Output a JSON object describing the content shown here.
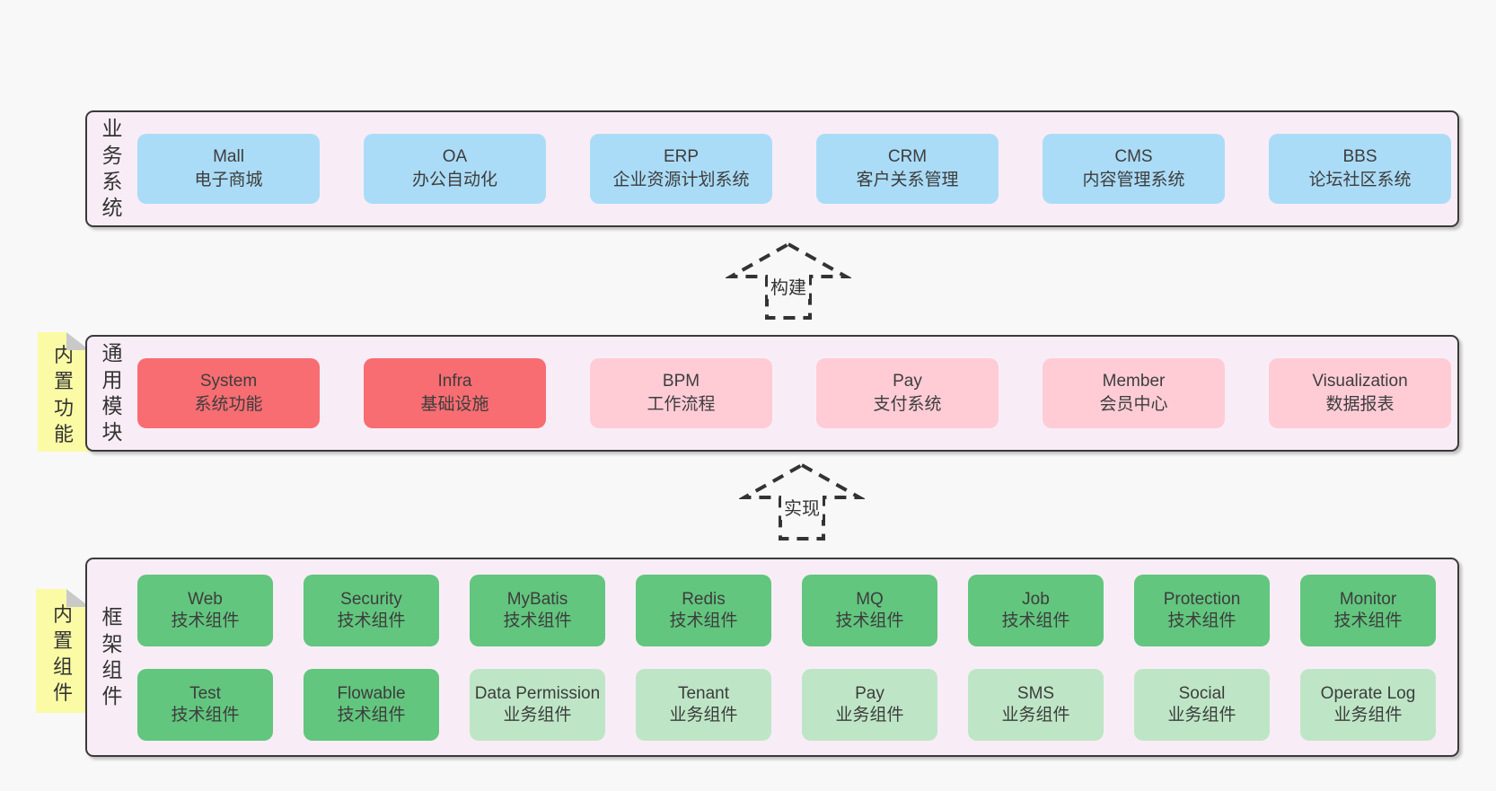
{
  "colors": {
    "page_bg": "#f8f8f8",
    "panel_bg": "#f8edf6",
    "panel_border": "#3a3a3a",
    "box_blue": "#abdcf7",
    "box_red": "#f76d72",
    "box_pink": "#ffccd6",
    "box_green_dark": "#62c67e",
    "box_green_light": "#bee6c6",
    "note_yellow": "#fbfba6",
    "note_fold_gray": "#c9c9c9",
    "text": "#3d3d3d"
  },
  "arrows": [
    {
      "label": "构建"
    },
    {
      "label": "实现"
    }
  ],
  "sections": {
    "business": {
      "label": "业务系统",
      "boxes": [
        {
          "title": "Mall",
          "subtitle": "电子商城",
          "variant": "blue"
        },
        {
          "title": "OA",
          "subtitle": "办公自动化",
          "variant": "blue"
        },
        {
          "title": "ERP",
          "subtitle": "企业资源计划系统",
          "variant": "blue"
        },
        {
          "title": "CRM",
          "subtitle": "客户关系管理",
          "variant": "blue"
        },
        {
          "title": "CMS",
          "subtitle": "内容管理系统",
          "variant": "blue"
        },
        {
          "title": "BBS",
          "subtitle": "论坛社区系统",
          "variant": "blue"
        }
      ]
    },
    "modules": {
      "label": "通用模块",
      "note": "内置功能",
      "boxes": [
        {
          "title": "System",
          "subtitle": "系统功能",
          "variant": "red"
        },
        {
          "title": "Infra",
          "subtitle": "基础设施",
          "variant": "red"
        },
        {
          "title": "BPM",
          "subtitle": "工作流程",
          "variant": "pink"
        },
        {
          "title": "Pay",
          "subtitle": "支付系统",
          "variant": "pink"
        },
        {
          "title": "Member",
          "subtitle": "会员中心",
          "variant": "pink"
        },
        {
          "title": "Visualization",
          "subtitle": "数据报表",
          "variant": "pink"
        }
      ]
    },
    "framework": {
      "label": "框架组件",
      "note": "内置组件",
      "boxes": [
        {
          "title": "Web",
          "subtitle": "技术组件",
          "variant": "green-dark"
        },
        {
          "title": "Security",
          "subtitle": "技术组件",
          "variant": "green-dark"
        },
        {
          "title": "MyBatis",
          "subtitle": "技术组件",
          "variant": "green-dark"
        },
        {
          "title": "Redis",
          "subtitle": "技术组件",
          "variant": "green-dark"
        },
        {
          "title": "MQ",
          "subtitle": "技术组件",
          "variant": "green-dark"
        },
        {
          "title": "Job",
          "subtitle": "技术组件",
          "variant": "green-dark"
        },
        {
          "title": "Protection",
          "subtitle": "技术组件",
          "variant": "green-dark"
        },
        {
          "title": "Monitor",
          "subtitle": "技术组件",
          "variant": "green-dark"
        },
        {
          "title": "Test",
          "subtitle": "技术组件",
          "variant": "green-dark"
        },
        {
          "title": "Flowable",
          "subtitle": "技术组件",
          "variant": "green-dark"
        },
        {
          "title": "Data Permission",
          "subtitle": "业务组件",
          "variant": "green-light"
        },
        {
          "title": "Tenant",
          "subtitle": "业务组件",
          "variant": "green-light"
        },
        {
          "title": "Pay",
          "subtitle": "业务组件",
          "variant": "green-light"
        },
        {
          "title": "SMS",
          "subtitle": "业务组件",
          "variant": "green-light"
        },
        {
          "title": "Social",
          "subtitle": "业务组件",
          "variant": "green-light"
        },
        {
          "title": "Operate Log",
          "subtitle": "业务组件",
          "variant": "green-light"
        }
      ]
    }
  }
}
